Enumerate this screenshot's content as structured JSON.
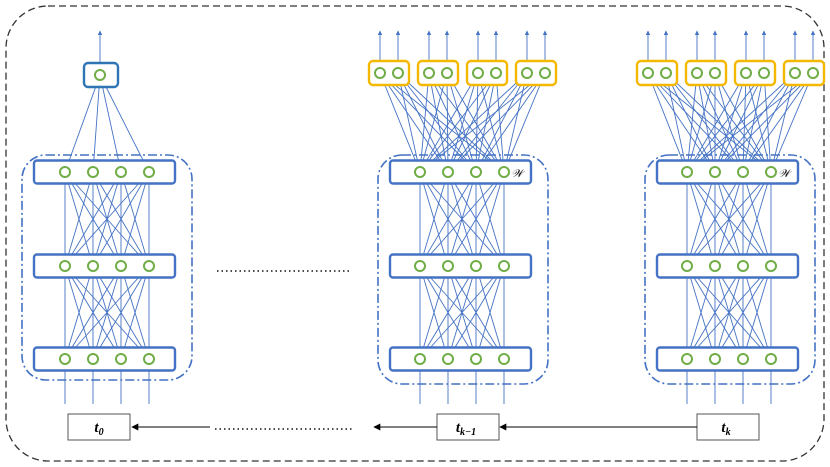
{
  "time_labels": [
    {
      "base": "t",
      "sub": "0"
    },
    {
      "base": "t",
      "sub": "k−1"
    },
    {
      "base": "t",
      "sub": "k"
    }
  ],
  "layer_weight_tag": "𝒲",
  "colors": {
    "outer_border": "#333333",
    "network_group": "#4472c4",
    "layer_box": "#4472c4",
    "neuron": "#70ad47",
    "connection": "#4472c4",
    "output_group_multi": "#f5b800",
    "output_group_single": "#2e75b6",
    "time_box_border": "#555555",
    "arrow": "#000000"
  },
  "icons": {
    "neuron": "circle-node-icon",
    "flow_arrow": "arrow-left-icon"
  }
}
